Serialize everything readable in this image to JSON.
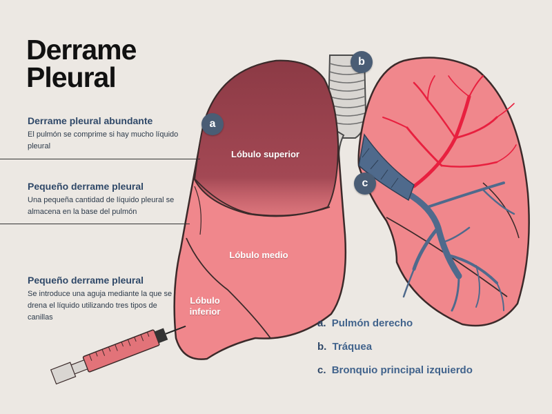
{
  "title": {
    "line1": "Derrame",
    "line2": "Pleural"
  },
  "notes": [
    {
      "heading": "Derrame pleural abundante",
      "text": "El pulmón se comprime si hay mucho líquido pleural"
    },
    {
      "heading": "Pequeño derrame pleural",
      "text": "Una pequeña cantidad de líquido pleural se almacena en la base del pulmón"
    },
    {
      "heading": "Pequeño derrame pleural",
      "text": "Se introduce una aguja mediante la que se drena el líquido utilizando tres tipos de canillas"
    }
  ],
  "markers": {
    "a": "a",
    "b": "b",
    "c": "c"
  },
  "lobes": {
    "superior": "Lóbulo superior",
    "medio": "Lóbulo medio",
    "inferior_line1": "Lóbulo",
    "inferior_line2": "inferior"
  },
  "legend": [
    {
      "letter": "a.",
      "name": "Pulmón derecho"
    },
    {
      "letter": "b.",
      "name": "Tráquea"
    },
    {
      "letter": "c.",
      "name": "Bronquio principal izquierdo"
    }
  ],
  "colors": {
    "background": "#ece8e3",
    "lung_pink": "#f0878c",
    "effusion_dark": "#8f3d48",
    "vessels_red": "#e8203f",
    "bronchi_blue": "#4f6a8c",
    "marker": "#4a5d75",
    "heading_text": "#2f4868"
  }
}
